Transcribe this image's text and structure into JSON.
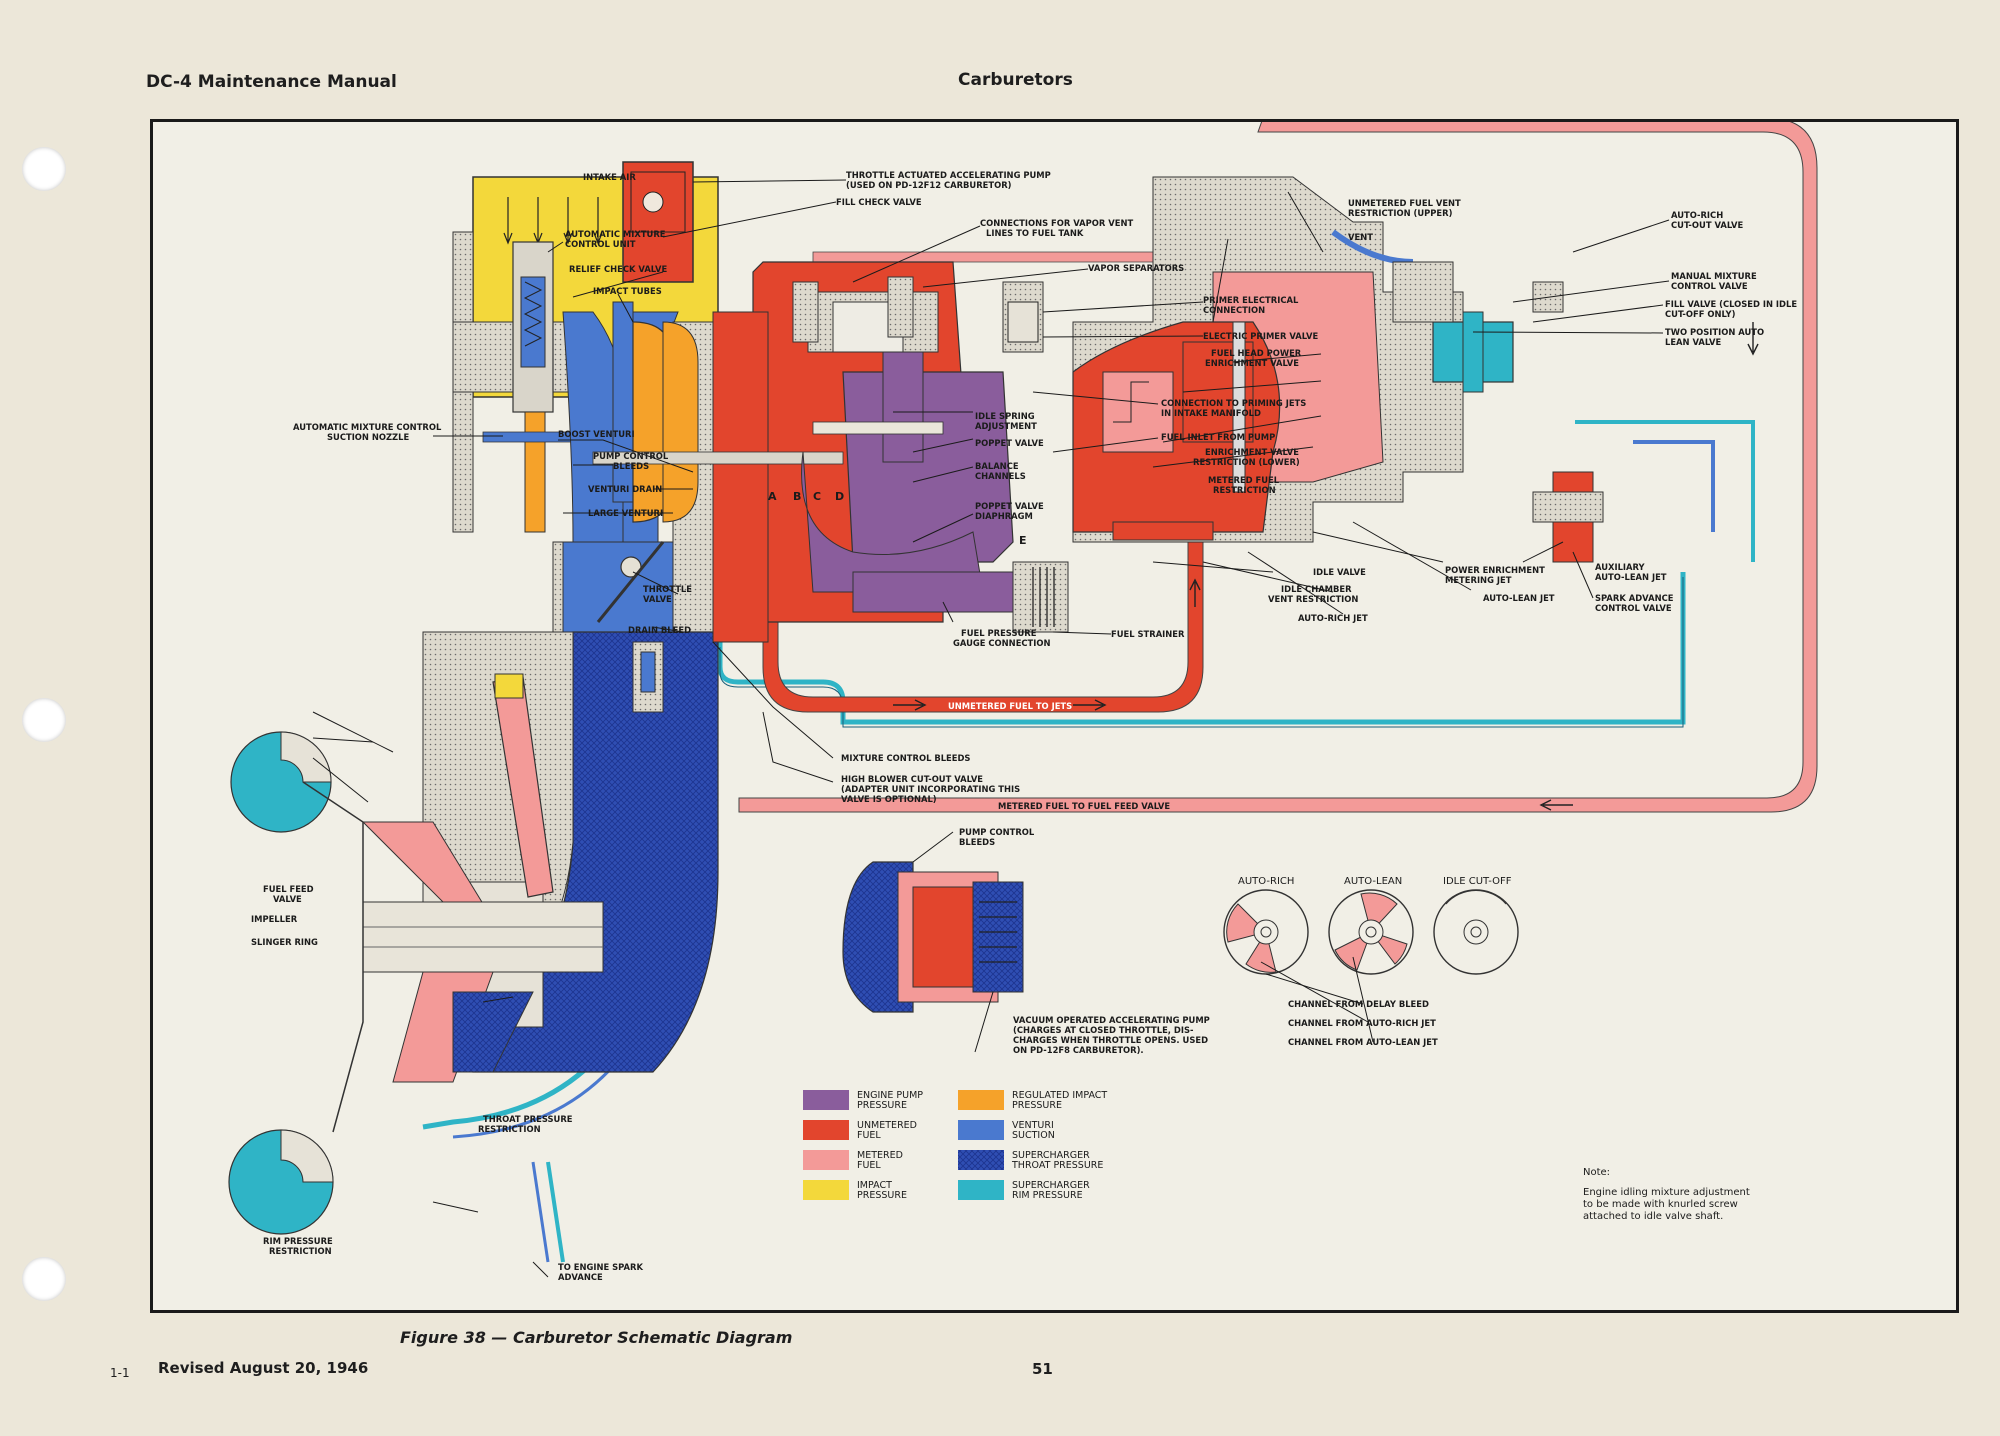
{
  "header": {
    "left": "DC-4 Maintenance Manual",
    "center": "Carburetors"
  },
  "caption": "Figure 38 — Carburetor Schematic Diagram",
  "footer": {
    "code": "1-1",
    "revised": "Revised August 20, 1946",
    "page_number": "51"
  },
  "colors": {
    "engine_pump": "#8a5d9c",
    "unmetered": "#e2452d",
    "metered": "#f39a98",
    "impact": "#f3d83b",
    "regulated_impact": "#f5a22a",
    "venturi": "#4a79cf",
    "supercharger_throat": "#2f4eb3",
    "supercharger_rim": "#2fb4c6"
  },
  "labels": {
    "intake_air": "INTAKE AIR",
    "auto_mix_unit": [
      "AUTOMATIC MIXTURE",
      "CONTROL UNIT"
    ],
    "relief_check": "RELIEF CHECK VALVE",
    "impact_tubes": "IMPACT TUBES",
    "auto_mix_nozzle": [
      "AUTOMATIC MIXTURE CONTROL",
      "SUCTION NOZZLE"
    ],
    "boost_venturi": "BOOST VENTURI",
    "pump_bleeds": [
      "PUMP CONTROL",
      "BLEEDS"
    ],
    "venturi_drain": "VENTURI DRAIN",
    "large_venturi": "LARGE VENTURI",
    "throttle_valve": [
      "THROTTLE",
      "VALVE"
    ],
    "drain_bleed": "DRAIN BLEED",
    "throttle_pump": [
      "THROTTLE ACTUATED ACCELERATING PUMP",
      "(USED ON PD-12F12 CARBURETOR)"
    ],
    "fill_check": "FILL CHECK VALVE",
    "vapor_vent": [
      "CONNECTIONS FOR VAPOR VENT",
      "LINES TO FUEL TANK"
    ],
    "vapor_sep": "VAPOR SEPARATORS",
    "primer_conn": [
      "PRIMER ELECTRICAL",
      "CONNECTION"
    ],
    "primer_valve": "ELECTRIC PRIMER VALVE",
    "priming_jets": [
      "CONNECTION TO PRIMING JETS",
      "IN INTAKE MANIFOLD"
    ],
    "fuel_inlet": "FUEL INLET FROM PUMP",
    "idle_spring": [
      "IDLE SPRING",
      "ADJUSTMENT"
    ],
    "poppet": "POPPET VALVE",
    "balance": [
      "BALANCE",
      "CHANNELS"
    ],
    "poppet_diaphragm": [
      "POPPET VALVE",
      "DIAPHRAGM"
    ],
    "gauge_conn": [
      "FUEL PRESSURE",
      "GAUGE CONNECTION"
    ],
    "strainer": "FUEL STRAINER",
    "unmetered_jets": "UNMETERED FUEL TO JETS",
    "mixture_bleeds": "MIXTURE CONTROL BLEEDS",
    "high_blower": [
      "HIGH BLOWER CUT-OUT VALVE",
      "(ADAPTER UNIT INCORPORATING THIS",
      "VALVE IS OPTIONAL)"
    ],
    "metered_feed": "METERED FUEL TO FUEL FEED VALVE",
    "unmetered_vent": [
      "UNMETERED FUEL VENT",
      "RESTRICTION (UPPER)"
    ],
    "vent": "VENT",
    "fuel_head": [
      "FUEL HEAD POWER",
      "ENRICHMENT VALVE"
    ],
    "enrich_restr": [
      "ENRICHMENT VALVE",
      "RESTRICTION (LOWER)"
    ],
    "metered_restr": [
      "METERED FUEL",
      "RESTRICTION"
    ],
    "idle_valve": "IDLE VALVE",
    "idle_chamber": [
      "IDLE CHAMBER",
      "VENT RESTRICTION"
    ],
    "auto_rich_jet": "AUTO-RICH JET",
    "power_jet": [
      "POWER ENRICHMENT",
      "METERING JET"
    ],
    "auto_lean_jet": "AUTO-LEAN JET",
    "aux_lean": [
      "AUXILIARY",
      "AUTO-LEAN JET"
    ],
    "spark_adv": [
      "SPARK ADVANCE",
      "CONTROL VALVE"
    ],
    "auto_rich_cutout": [
      "AUTO-RICH",
      "CUT-OUT VALVE"
    ],
    "manual_mix": [
      "MANUAL MIXTURE",
      "CONTROL VALVE"
    ],
    "fill_valve": [
      "FILL VALVE (CLOSED IN IDLE",
      "CUT-OFF ONLY)"
    ],
    "two_pos": [
      "TWO POSITION AUTO",
      "LEAN VALVE"
    ],
    "fuel_feed": [
      "FUEL FEED",
      "VALVE"
    ],
    "impeller": "IMPELLER",
    "slinger": "SLINGER RING",
    "throat_restr": [
      "THROAT PRESSURE",
      "RESTRICTION"
    ],
    "rim_restr": [
      "RIM PRESSURE",
      "RESTRICTION"
    ],
    "spark_advance": [
      "TO ENGINE SPARK",
      "ADVANCE"
    ],
    "pump_bleeds_2": [
      "PUMP CONTROL",
      "BLEEDS"
    ],
    "vacuum_pump": [
      "VACUUM OPERATED ACCELERATING PUMP",
      "(CHARGES AT CLOSED THROTTLE, DIS-",
      "CHARGES WHEN THROTTLE OPENS. USED",
      "ON PD-12F8 CARBURETOR)."
    ],
    "channel_delay": "CHANNEL FROM DELAY BLEED",
    "channel_rich": "CHANNEL FROM AUTO-RICH JET",
    "channel_lean": "CHANNEL FROM AUTO-LEAN JET",
    "chamber_letters": [
      "A",
      "B",
      "C",
      "D",
      "E"
    ]
  },
  "positions": {
    "rich": "AUTO-RICH",
    "lean": "AUTO-LEAN",
    "cutoff": "IDLE CUT-OFF"
  },
  "legend": [
    {
      "key": "engine_pump",
      "label": [
        "ENGINE PUMP",
        "PRESSURE"
      ]
    },
    {
      "key": "regulated_impact",
      "label": [
        "REGULATED IMPACT",
        "PRESSURE"
      ]
    },
    {
      "key": "unmetered",
      "label": [
        "UNMETERED",
        "FUEL"
      ]
    },
    {
      "key": "venturi",
      "label": [
        "VENTURI",
        "SUCTION"
      ]
    },
    {
      "key": "metered",
      "label": [
        "METERED",
        "FUEL"
      ]
    },
    {
      "key": "supercharger_throat",
      "label": [
        "SUPERCHARGER",
        "THROAT PRESSURE"
      ]
    },
    {
      "key": "impact",
      "label": [
        "IMPACT",
        "PRESSURE"
      ]
    },
    {
      "key": "supercharger_rim",
      "label": [
        "SUPERCHARGER",
        "RIM PRESSURE"
      ]
    }
  ],
  "note": [
    "Note:",
    "Engine idling mixture adjustment",
    "to be made with knurled screw",
    "attached to idle valve shaft."
  ]
}
